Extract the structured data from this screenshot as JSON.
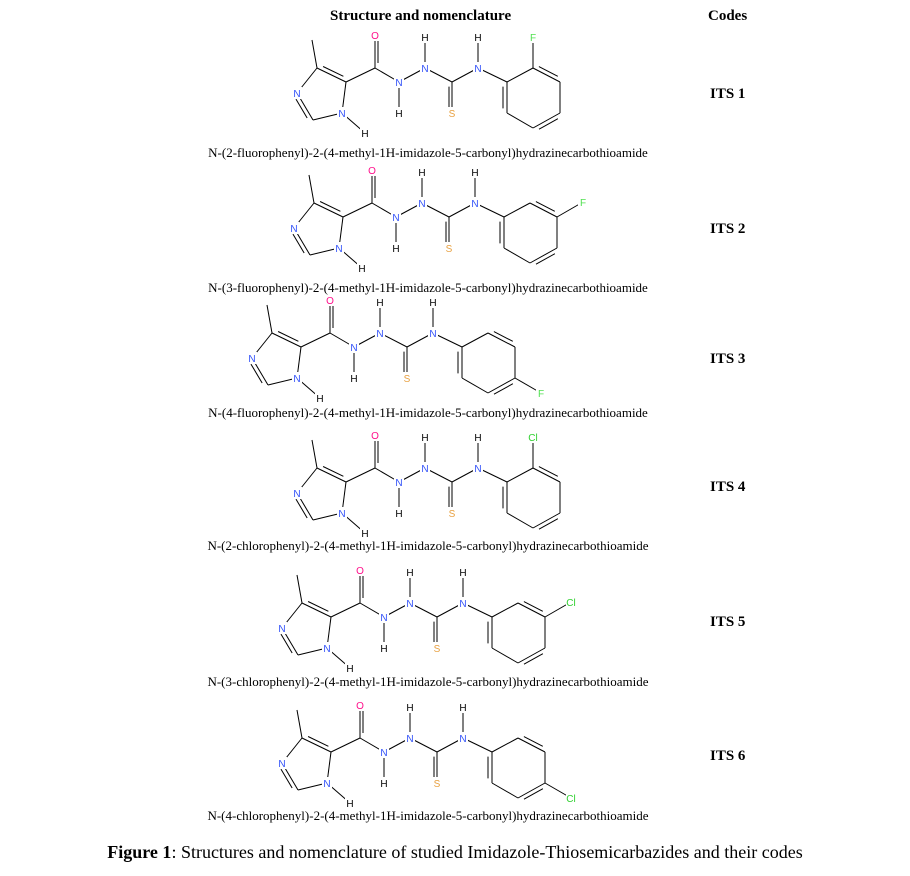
{
  "header": {
    "structure": "Structure and nomenclature",
    "codes": "Codes"
  },
  "compounds": [
    {
      "code": "ITS 1",
      "halogen": "F",
      "position": "ortho",
      "name": "N-(2-fluorophenyl)-2-(4-methyl-1H-imidazole-5-carbonyl)hydrazinecarbothioamide"
    },
    {
      "code": "ITS 2",
      "halogen": "F",
      "position": "meta",
      "name": "N-(3-fluorophenyl)-2-(4-methyl-1H-imidazole-5-carbonyl)hydrazinecarbothioamide"
    },
    {
      "code": "ITS 3",
      "halogen": "F",
      "position": "para",
      "name": "N-(4-fluorophenyl)-2-(4-methyl-1H-imidazole-5-carbonyl)hydrazinecarbothioamide"
    },
    {
      "code": "ITS 4",
      "halogen": "Cl",
      "position": "ortho",
      "name": "N-(2-chlorophenyl)-2-(4-methyl-1H-imidazole-5-carbonyl)hydrazinecarbothioamide"
    },
    {
      "code": "ITS 5",
      "halogen": "Cl",
      "position": "meta",
      "name": "N-(3-chlorophenyl)-2-(4-methyl-1H-imidazole-5-carbonyl)hydrazinecarbothioamide"
    },
    {
      "code": "ITS 6",
      "halogen": "Cl",
      "position": "para",
      "name": "N-(4-chlorophenyl)-2-(4-methyl-1H-imidazole-5-carbonyl)hydrazinecarbothioamide"
    }
  ],
  "atom_labels": {
    "N": "N",
    "H": "H",
    "O": "O",
    "S": "S"
  },
  "atom_colors": {
    "N": "#3050f8",
    "O": "#ff0d8a",
    "S": "#e8a040",
    "F": "#50e050",
    "Cl": "#30d030",
    "H": "#000000"
  },
  "caption": {
    "label": "Figure 1",
    "text": ": Structures and nomenclature of studied Imidazole-Thiosemicarbazides and their codes"
  }
}
